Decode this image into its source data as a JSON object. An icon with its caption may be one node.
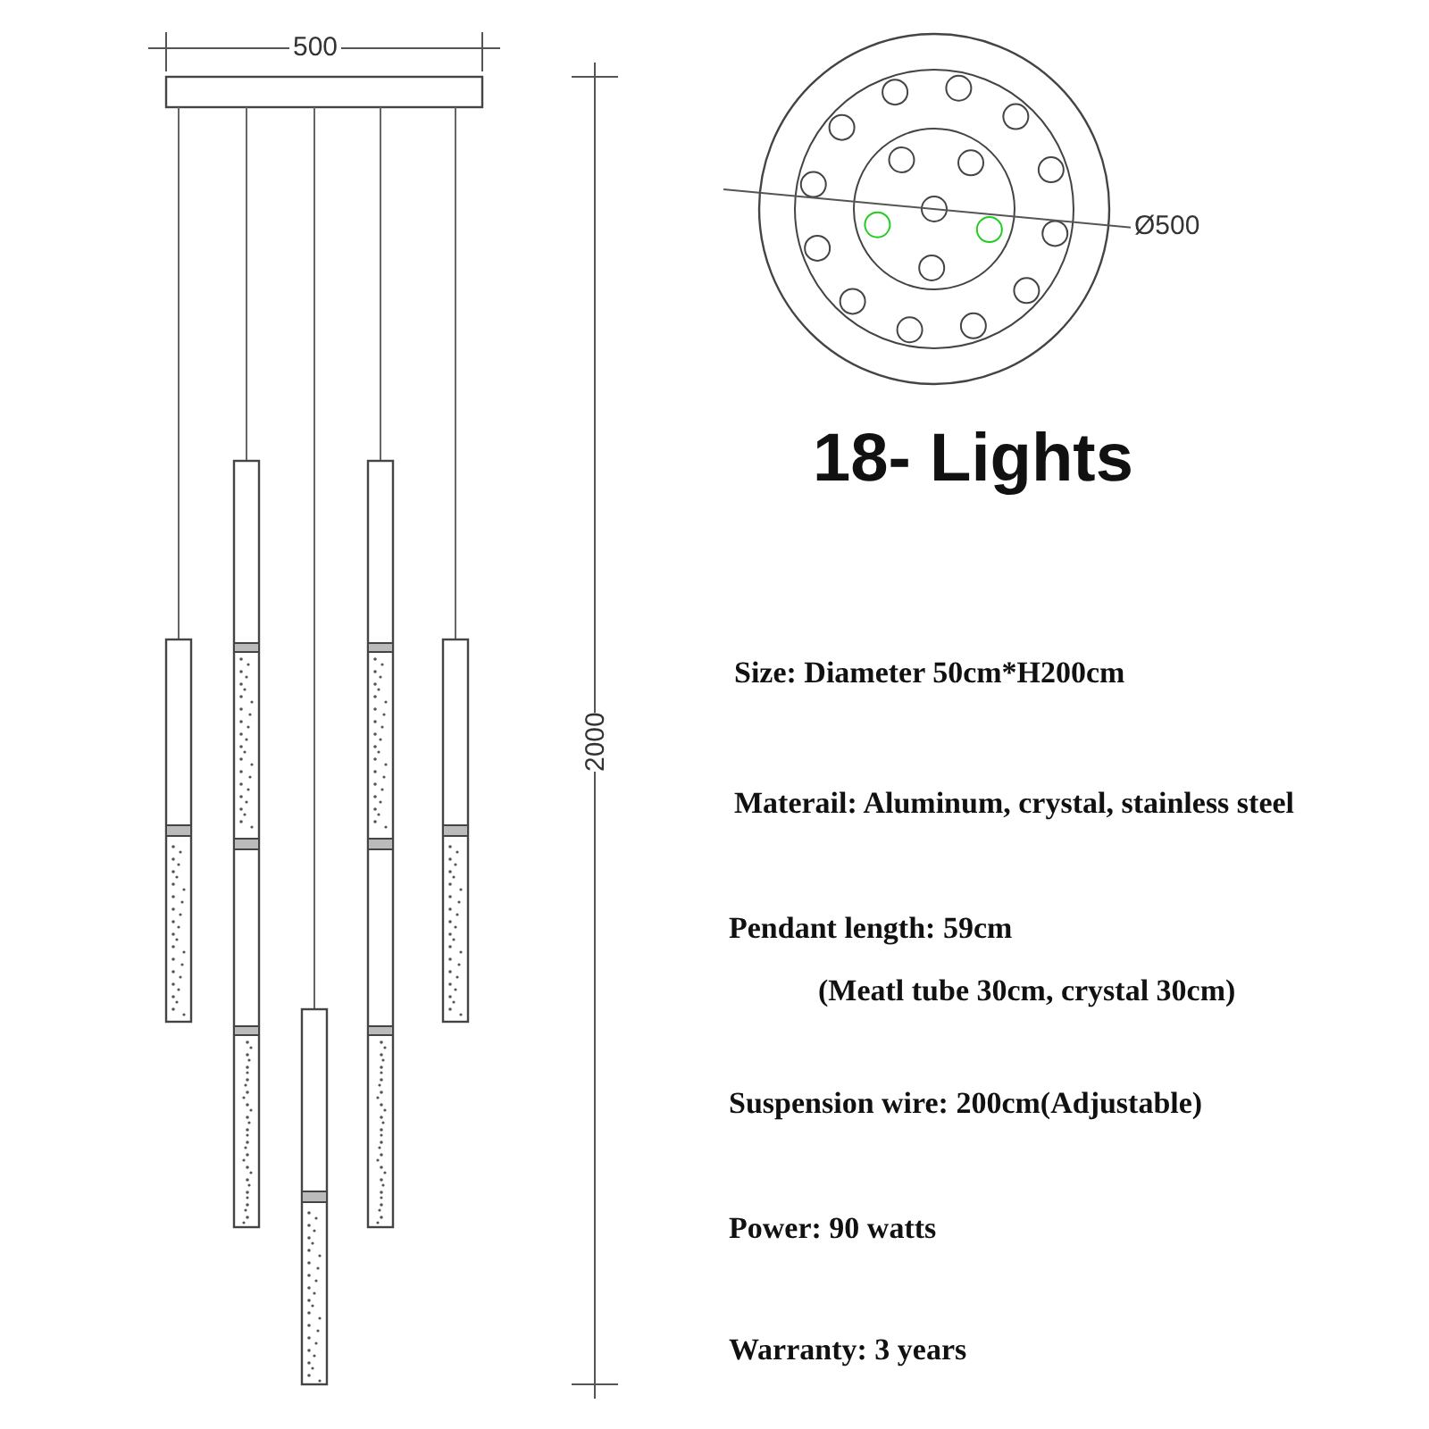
{
  "diagram": {
    "title": "18- Lights",
    "labels": [
      "500",
      "2000",
      "Ø500",
      "Size: Diameter 50cm*H200cm",
      "Materail: Aluminum, crystal, stainless steel",
      "Pendant length: 59cm",
      "(Meatl tube 30cm, crystal 30cm)",
      "Suspension wire: 200cm(Adjustable)",
      "Power: 90 watts",
      "Warranty: 3 years"
    ]
  }
}
